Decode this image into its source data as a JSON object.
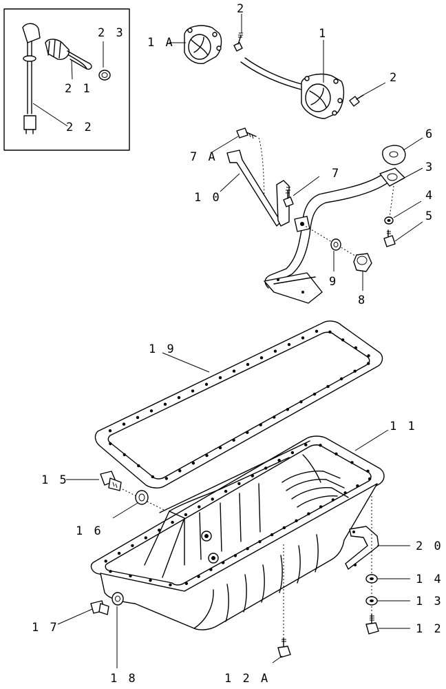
{
  "callouts": {
    "c1": "1",
    "c1a": "1 A",
    "c2a": "2",
    "c2b": "2",
    "c3": "3",
    "c4": "4",
    "c5": "5",
    "c6": "6",
    "c7": "7",
    "c7a": "7 A",
    "c8": "8",
    "c9": "9",
    "c10": "1 0",
    "c11": "1 1",
    "c12": "1 2",
    "c12a": "1 2 A",
    "c13": "1 3",
    "c14": "1 4",
    "c15": "1 5",
    "c16": "1 6",
    "c17": "1 7",
    "c18": "1 8",
    "c19": "1 9",
    "c20": "2 0",
    "c21": "2 1",
    "c22": "2 2",
    "c23": "2 3"
  }
}
